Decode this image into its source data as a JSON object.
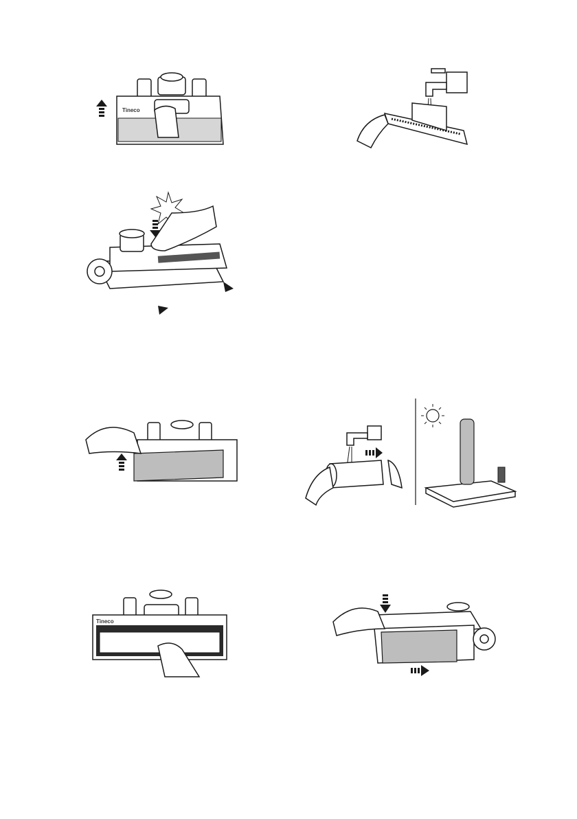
{
  "page": {
    "brand_mark": "Tineco",
    "figures": [
      {
        "id": 1,
        "icon": "lift-up-arrow-icon"
      },
      {
        "id": 2,
        "icon": "water-tap-icon"
      },
      {
        "id": 3,
        "icon": "press-down-arrow-icon"
      },
      {
        "id": 4,
        "icon": "lift-up-arrow-icon"
      },
      {
        "id": 5,
        "icon": "sun-icon"
      },
      {
        "id": 6,
        "icon": "cloth-wipe-icon"
      },
      {
        "id": 7,
        "icon": "insert-arrow-icon"
      }
    ],
    "colors": {
      "line": "#1a1a1a",
      "shade": "#cfcfcf",
      "dark_shade": "#555555"
    }
  }
}
